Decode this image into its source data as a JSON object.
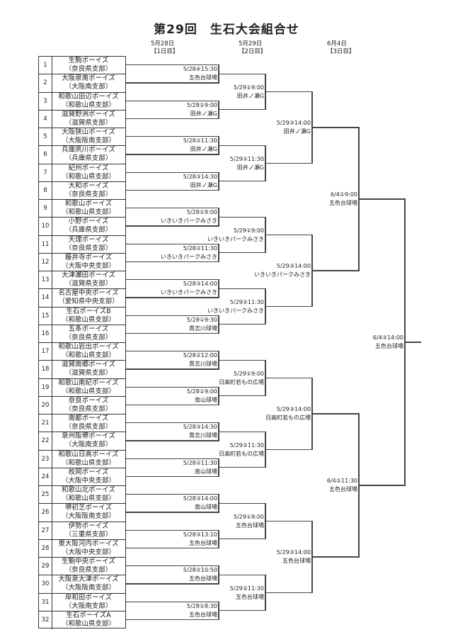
{
  "title": "第29回　生石大会組合せ",
  "day_headers": [
    {
      "date": "5月28日",
      "label": "【1日目】"
    },
    {
      "date": "5月29日",
      "label": "【2日目】"
    },
    {
      "date": "6月4日",
      "label": "【3日目】"
    }
  ],
  "teams": [
    {
      "no": "1",
      "name": "生駒ボーイズ",
      "branch": "（奈良県支部）"
    },
    {
      "no": "2",
      "name": "大阪泉南ボーイズ",
      "branch": "（大阪南支部）"
    },
    {
      "no": "3",
      "name": "和歌山田辺ボーイズ",
      "branch": "（和歌山県支部）"
    },
    {
      "no": "4",
      "name": "滋賀野洲ボーイズ",
      "branch": "（滋賀県支部）"
    },
    {
      "no": "5",
      "name": "大阪狭山ボーイズ",
      "branch": "（大阪阪南支部）"
    },
    {
      "no": "6",
      "name": "兵庫夙川ボーイズ",
      "branch": "（兵庫県支部）"
    },
    {
      "no": "7",
      "name": "紀州ボーイズ",
      "branch": "（和歌山県支部）"
    },
    {
      "no": "8",
      "name": "大和ボーイズ",
      "branch": "（奈良県支部）"
    },
    {
      "no": "9",
      "name": "和歌山ボーイズ",
      "branch": "（和歌山県支部）"
    },
    {
      "no": "10",
      "name": "小野ボーイズ",
      "branch": "（兵庫県支部）"
    },
    {
      "no": "11",
      "name": "天理ボーイズ",
      "branch": "（奈良県支部）"
    },
    {
      "no": "12",
      "name": "藤井寺ボーイズ",
      "branch": "（大阪中央支部）"
    },
    {
      "no": "13",
      "name": "大津瀬田ボーイズ",
      "branch": "（滋賀県支部）"
    },
    {
      "no": "14",
      "name": "名古屋中央ボーイズ",
      "branch": "（愛知県中央支部）"
    },
    {
      "no": "15",
      "name": "生石ボーイズB",
      "branch": "（和歌山県支部）"
    },
    {
      "no": "16",
      "name": "五条ボーイズ",
      "branch": "（奈良県支部）"
    },
    {
      "no": "17",
      "name": "和歌山岩出ボーイズ",
      "branch": "（和歌山県支部）"
    },
    {
      "no": "18",
      "name": "滋賀南郷ボーイズ",
      "branch": "（滋賀県支部）"
    },
    {
      "no": "19",
      "name": "和歌山南紀ボーイズ",
      "branch": "（和歌山県支部）"
    },
    {
      "no": "20",
      "name": "奈良ボーイズ",
      "branch": "（奈良県支部）"
    },
    {
      "no": "21",
      "name": "南都ボーイズ",
      "branch": "（奈良県支部）"
    },
    {
      "no": "22",
      "name": "泉州阪堺ボーイズ",
      "branch": "（大阪南支部）"
    },
    {
      "no": "23",
      "name": "和歌山日高ボーイズ",
      "branch": "（和歌山県支部）"
    },
    {
      "no": "24",
      "name": "枚岡ボーイズ",
      "branch": "（大阪中央支部）"
    },
    {
      "no": "25",
      "name": "和歌山北ボーイズ",
      "branch": "（和歌山県支部）"
    },
    {
      "no": "26",
      "name": "堺初芝ボーイズ",
      "branch": "（大阪阪南支部）"
    },
    {
      "no": "27",
      "name": "伊勢ボーイズ",
      "branch": "（三重県支部）"
    },
    {
      "no": "28",
      "name": "東大阪河内ボーイズ",
      "branch": "（大阪中央支部）"
    },
    {
      "no": "29",
      "name": "生駒中央ボーイズ",
      "branch": "（奈良県支部）"
    },
    {
      "no": "30",
      "name": "大阪泉大津ボーイズ",
      "branch": "（大阪阪南支部）"
    },
    {
      "no": "31",
      "name": "岸和田ボーイズ",
      "branch": "（大阪南支部）"
    },
    {
      "no": "32",
      "name": "生石ボーイズA",
      "branch": "（和歌山県支部）"
    }
  ],
  "rounds": [
    [
      {
        "time": "5/28④15:30",
        "venue": "五色台球場"
      },
      {
        "time": "5/28①9:00",
        "venue": "田井ノ瀬G"
      },
      {
        "time": "5/28②11:30",
        "venue": "田井ノ瀬G"
      },
      {
        "time": "5/28③14:30",
        "venue": "田井ノ瀬G"
      },
      {
        "time": "5/28①9:00",
        "venue": "いきいきパークみさき"
      },
      {
        "time": "5/28②11:30",
        "venue": "いきいきパークみさき"
      },
      {
        "time": "5/28③14:00",
        "venue": "いきいきパークみさき"
      },
      {
        "time": "5/28①9:30",
        "venue": "貴志川球場"
      },
      {
        "time": "5/28②12:00",
        "venue": "貴志川球場"
      },
      {
        "time": "5/28①9:00",
        "venue": "南山球場"
      },
      {
        "time": "5/28③14:30",
        "venue": "貴志川球場"
      },
      {
        "time": "5/28②11:30",
        "venue": "南山球場"
      },
      {
        "time": "5/28③14:00",
        "venue": "南山球場"
      },
      {
        "time": "5/28③13:10",
        "venue": "五色台球場"
      },
      {
        "time": "5/28②10:50",
        "venue": "五色台球場"
      },
      {
        "time": "5/28①8:30",
        "venue": "五色台球場"
      }
    ],
    [
      {
        "time": "5/29①9:00",
        "venue": "田井ノ瀬G"
      },
      {
        "time": "5/29②11:30",
        "venue": "田井ノ瀬G"
      },
      {
        "time": "5/29①9:00",
        "venue": "いきいきパークみさき"
      },
      {
        "time": "5/29②11:30",
        "venue": "いきいきパークみさき"
      },
      {
        "time": "5/29①9:00",
        "venue": "日高町若もの広場"
      },
      {
        "time": "5/29②11:30",
        "venue": "日高町若もの広場"
      },
      {
        "time": "5/29①9:00",
        "venue": "五色台球場"
      },
      {
        "time": "5/29②11:30",
        "venue": "五色台球場"
      }
    ],
    [
      {
        "time": "5/29③14:00",
        "venue": "田井ノ瀬G"
      },
      {
        "time": "5/29③14:00",
        "venue": "いきいきパークみさき"
      },
      {
        "time": "5/29③14:00",
        "venue": "日高町若もの広場"
      },
      {
        "time": "5/29③14:00",
        "venue": "五色台球場"
      }
    ],
    [
      {
        "time": "6/4①9:00",
        "venue": "五色台球場"
      },
      {
        "time": "6/4②11:30",
        "venue": "五色台球場"
      }
    ],
    [
      {
        "time": "6/4③14:00",
        "venue": "五色台球場"
      }
    ]
  ]
}
